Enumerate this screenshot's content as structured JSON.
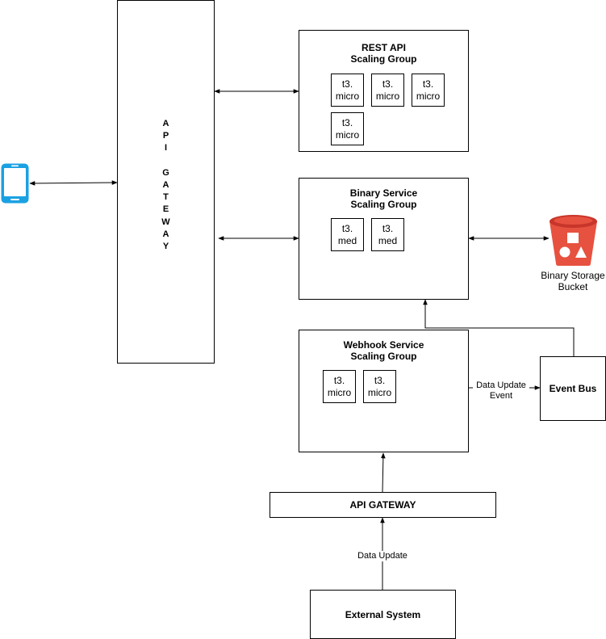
{
  "api_gateway_vertical": {
    "label": "API GATEWAY",
    "letters": [
      "A",
      "P",
      "I",
      "",
      "G",
      "A",
      "T",
      "E",
      "W",
      "A",
      "Y"
    ]
  },
  "rest_api_group": {
    "title": "REST API\nScaling Group",
    "instances": [
      "t3.\nmicro",
      "t3.\nmicro",
      "t3.\nmicro",
      "t3.\nmicro"
    ]
  },
  "binary_service_group": {
    "title": "Binary Service\nScaling Group",
    "instances": [
      "t3.\nmed",
      "t3.\nmed"
    ]
  },
  "webhook_service_group": {
    "title": "Webhook Service\nScaling Group",
    "instances": [
      "t3.\nmicro",
      "t3.\nmicro"
    ]
  },
  "event_bus": {
    "label": "Event Bus"
  },
  "api_gateway_horizontal": {
    "label": "API GATEWAY"
  },
  "external_system": {
    "label": "External System"
  },
  "binary_storage": {
    "label": "Binary Storage\nBucket"
  },
  "edges": {
    "webhook_to_eventbus": "Data Update\nEvent",
    "external_to_gateway": "Data Update"
  },
  "colors": {
    "mobile_icon": "#1ba1e2",
    "bucket_body": "#e7513f",
    "bucket_top": "#c8352a",
    "lines": "#000000"
  }
}
